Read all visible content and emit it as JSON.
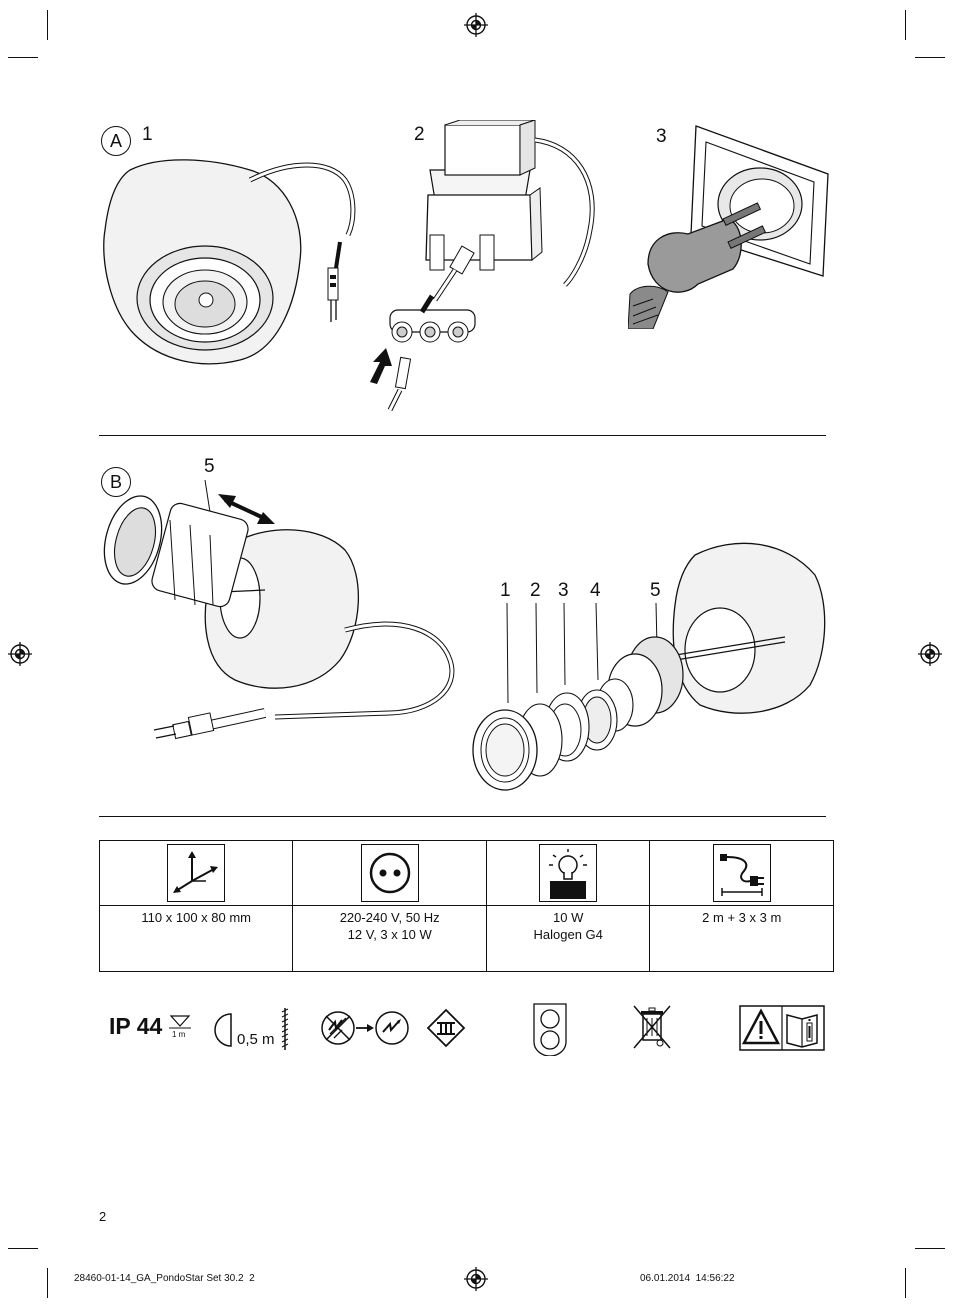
{
  "section_a": {
    "label": "A",
    "steps": [
      "1",
      "2",
      "3"
    ]
  },
  "section_b": {
    "label": "B",
    "callout": "5",
    "parts": [
      "1",
      "2",
      "3",
      "4",
      "5"
    ]
  },
  "spec_table": {
    "icons": [
      "dimensions-icon",
      "power-socket-icon",
      "lamp-icon",
      "cable-length-icon"
    ],
    "cells": [
      [
        "110 x 100 x 80 mm"
      ],
      [
        "220-240 V, 50 Hz",
        "12 V, 3 x 10 W"
      ],
      [
        "10 W",
        "Halogen G4"
      ],
      [
        "2 m + 3 x 3 m"
      ]
    ]
  },
  "symbols": {
    "ip_rating": "IP 44",
    "ip_depth": "1 m",
    "min_distance": "0,5 m"
  },
  "page_number": "2",
  "footer": {
    "file": "28460-01-14_GA_PondoStar Set 30.2  2",
    "date": "06.01.2014  14:56:22"
  }
}
